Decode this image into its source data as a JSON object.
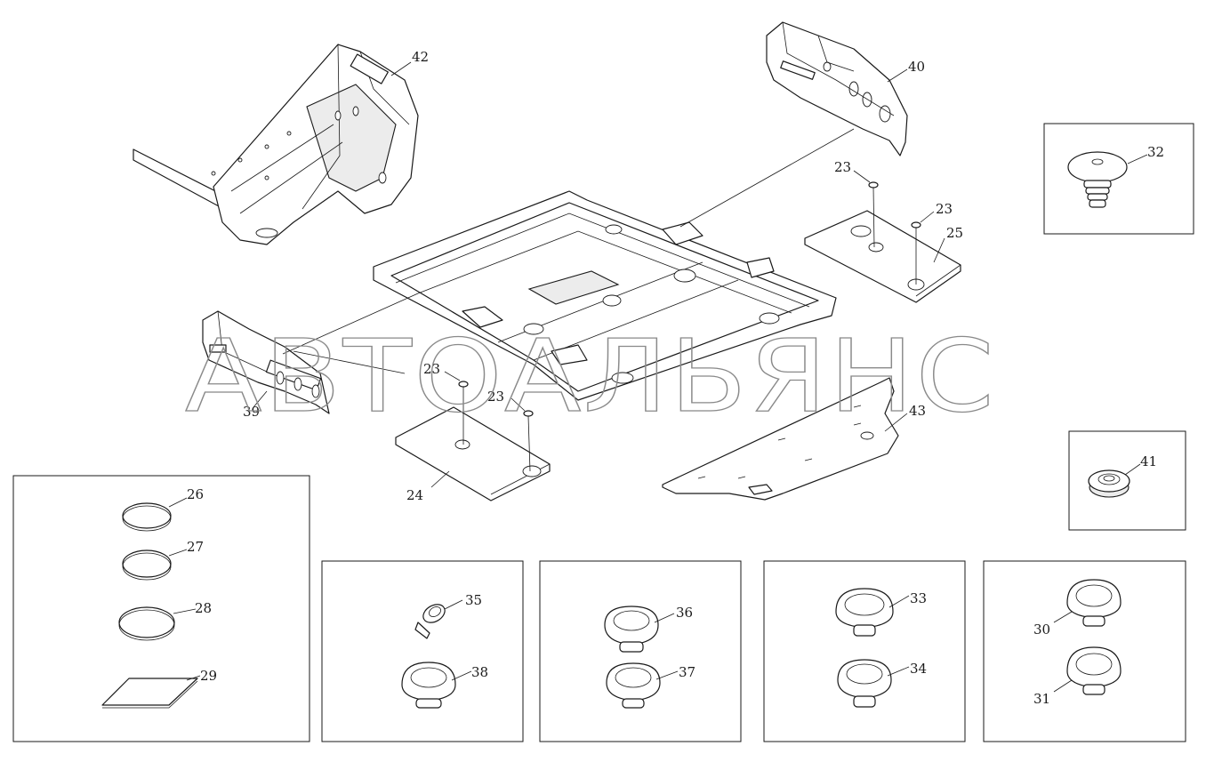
{
  "watermark": "АВТОАЛЬЯНС",
  "callouts": {
    "c42": "42",
    "c40": "40",
    "c39": "39",
    "c43": "43",
    "c24": "24",
    "c25": "25",
    "c23a": "23",
    "c23b": "23",
    "c23c": "23",
    "c23d": "23",
    "c32": "32",
    "c41": "41",
    "c26": "26",
    "c27": "27",
    "c28": "28",
    "c29": "29",
    "c35": "35",
    "c38": "38",
    "c36": "36",
    "c37": "37",
    "c33": "33",
    "c34": "34",
    "c30": "30",
    "c31": "31"
  }
}
